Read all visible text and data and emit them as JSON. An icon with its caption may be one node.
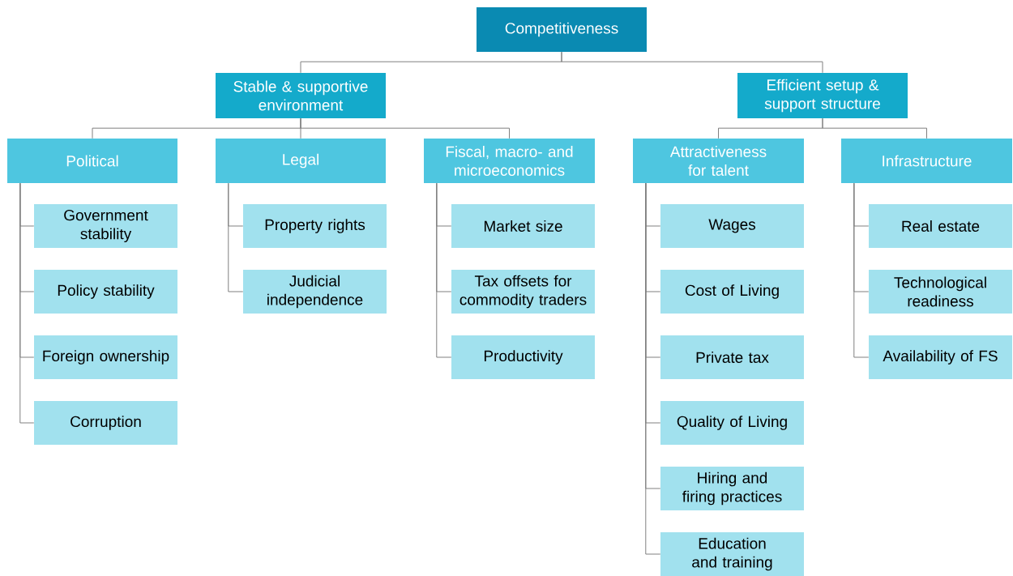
{
  "diagram": {
    "nodes": [
      {
        "text": [
          "Competitiveness"
        ]
      },
      {
        "text": [
          "Stable & supportive environment"
        ]
      },
      {
        "text": [
          "Efficient setup & support structure"
        ]
      },
      {
        "text": [
          "Political"
        ]
      },
      {
        "text": [
          "Legal"
        ]
      },
      {
        "text": [
          "Fiscal, macro- and microeconomics"
        ]
      },
      {
        "text": [
          "Attractiveness for talent"
        ]
      },
      {
        "text": [
          "Infrastructure"
        ]
      },
      {
        "text": [
          "Government stability"
        ]
      },
      {
        "text": [
          "Policy stability"
        ]
      },
      {
        "text": [
          "Foreign ownership"
        ]
      },
      {
        "text": [
          "Corruption"
        ]
      },
      {
        "text": [
          "Property rights"
        ]
      },
      {
        "text": [
          "Judicial independence"
        ]
      },
      {
        "text": [
          "Market size"
        ]
      },
      {
        "text": [
          "Tax offsets for commodity traders"
        ]
      },
      {
        "text": [
          "Productivity"
        ]
      },
      {
        "text": [
          "Wages"
        ]
      },
      {
        "text": [
          "Cost of Living"
        ]
      },
      {
        "text": [
          "Private tax"
        ]
      },
      {
        "text": [
          "Quality of Living"
        ]
      },
      {
        "text": [
          "Hiring and firing practices"
        ]
      },
      {
        "text": [
          "Education and training"
        ]
      },
      {
        "text": [
          "Real estate"
        ]
      },
      {
        "text": [
          "Technological readiness"
        ]
      },
      {
        "text": [
          "Availability of FS"
        ]
      }
    ],
    "edges": [
      {
        "from": 0,
        "to": 1,
        "arrow": "none"
      },
      {
        "from": 0,
        "to": 2,
        "arrow": "none"
      },
      {
        "from": 1,
        "to": 3,
        "arrow": "none"
      },
      {
        "from": 1,
        "to": 4,
        "arrow": "none"
      },
      {
        "from": 1,
        "to": 5,
        "arrow": "none"
      },
      {
        "from": 2,
        "to": 6,
        "arrow": "none"
      },
      {
        "from": 2,
        "to": 7,
        "arrow": "none"
      },
      {
        "from": 3,
        "to": 8,
        "arrow": "none"
      },
      {
        "from": 3,
        "to": 9,
        "arrow": "none"
      },
      {
        "from": 3,
        "to": 10,
        "arrow": "none"
      },
      {
        "from": 3,
        "to": 11,
        "arrow": "none"
      },
      {
        "from": 4,
        "to": 12,
        "arrow": "none"
      },
      {
        "from": 4,
        "to": 13,
        "arrow": "none"
      },
      {
        "from": 5,
        "to": 14,
        "arrow": "none"
      },
      {
        "from": 5,
        "to": 15,
        "arrow": "none"
      },
      {
        "from": 5,
        "to": 16,
        "arrow": "none"
      },
      {
        "from": 6,
        "to": 17,
        "arrow": "none"
      },
      {
        "from": 6,
        "to": 18,
        "arrow": "none"
      },
      {
        "from": 6,
        "to": 19,
        "arrow": "none"
      },
      {
        "from": 6,
        "to": 20,
        "arrow": "none"
      },
      {
        "from": 6,
        "to": 21,
        "arrow": "none"
      },
      {
        "from": 6,
        "to": 22,
        "arrow": "none"
      },
      {
        "from": 7,
        "to": 23,
        "arrow": "none"
      },
      {
        "from": 7,
        "to": 24,
        "arrow": "none"
      },
      {
        "from": 7,
        "to": 25,
        "arrow": "none"
      }
    ]
  }
}
